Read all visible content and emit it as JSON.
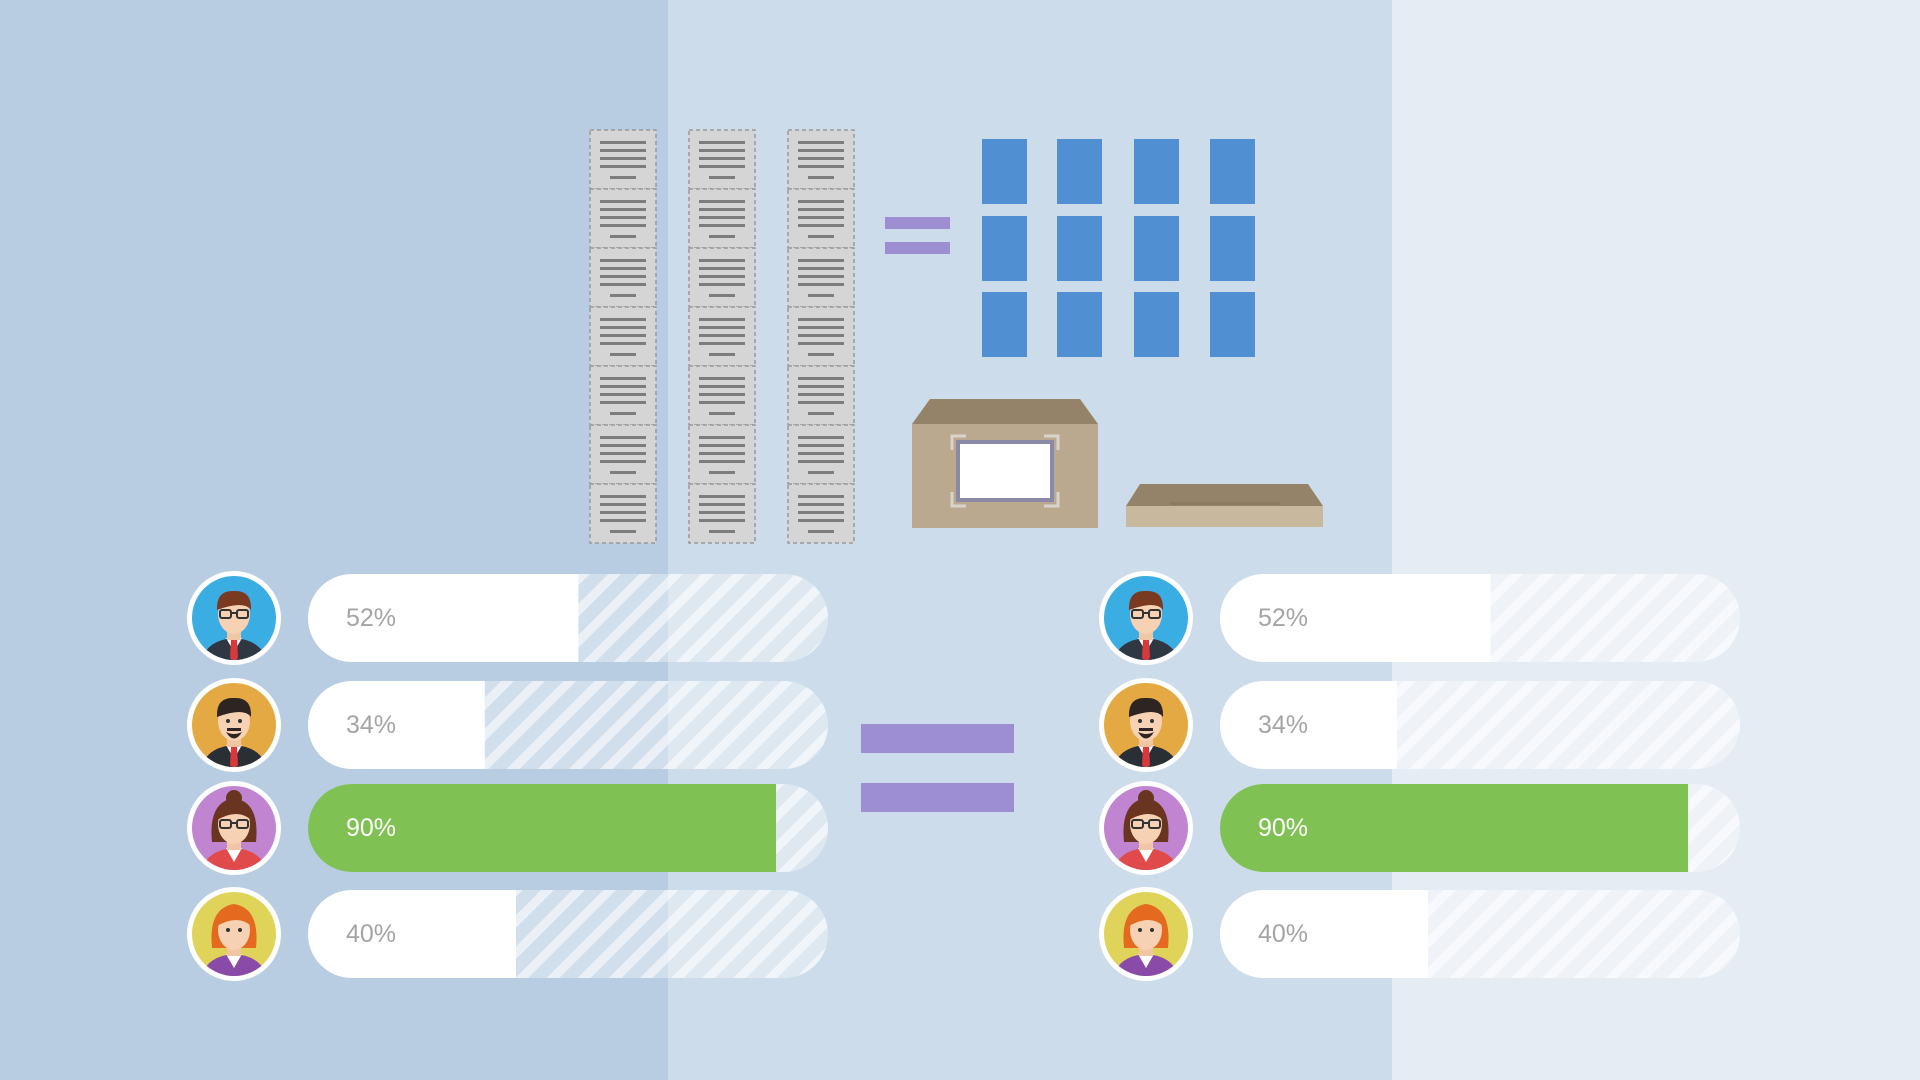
{
  "colors": {
    "band_left": "#b9cde2",
    "band_mid": "#cddcea",
    "band_right": "#e6ecf4",
    "equals_purple": "#9c8ed0",
    "block_blue": "#4f8fd2",
    "paper_gray": "#d5d5d5",
    "paper_line": "#7d7d7d",
    "box_tan": "#bba98f",
    "box_dark": "#958369",
    "progress_green": "#7fc152",
    "track_white": "#ffffff",
    "pct_gray": "#a4a4a4",
    "pct_on_green": "#ffffff"
  },
  "icons": {
    "stacks": "paper-stack-icon",
    "blocks": "blue-block-icon",
    "box": "cardboard-box-icon",
    "tray": "flat-tray-icon",
    "equals": "equals-icon"
  },
  "panels": [
    {
      "rows": [
        {
          "avatar": "avatar-man-glasses",
          "avatar_color": "#3aaee3",
          "value": 0.52,
          "label": "52%"
        },
        {
          "avatar": "avatar-man-beard",
          "avatar_color": "#e5a944",
          "value": 0.34,
          "label": "34%"
        },
        {
          "avatar": "avatar-woman-glasses",
          "avatar_color": "#c184d1",
          "value": 0.9,
          "label": "90%"
        },
        {
          "avatar": "avatar-woman-redhead",
          "avatar_color": "#dfd35a",
          "value": 0.4,
          "label": "40%"
        }
      ]
    },
    {
      "rows": [
        {
          "avatar": "avatar-man-glasses",
          "avatar_color": "#3aaee3",
          "value": 0.52,
          "label": "52%"
        },
        {
          "avatar": "avatar-man-beard",
          "avatar_color": "#e5a944",
          "value": 0.34,
          "label": "34%"
        },
        {
          "avatar": "avatar-woman-glasses",
          "avatar_color": "#c184d1",
          "value": 0.9,
          "label": "90%"
        },
        {
          "avatar": "avatar-woman-redhead",
          "avatar_color": "#dfd35a",
          "value": 0.4,
          "label": "40%"
        }
      ]
    }
  ]
}
